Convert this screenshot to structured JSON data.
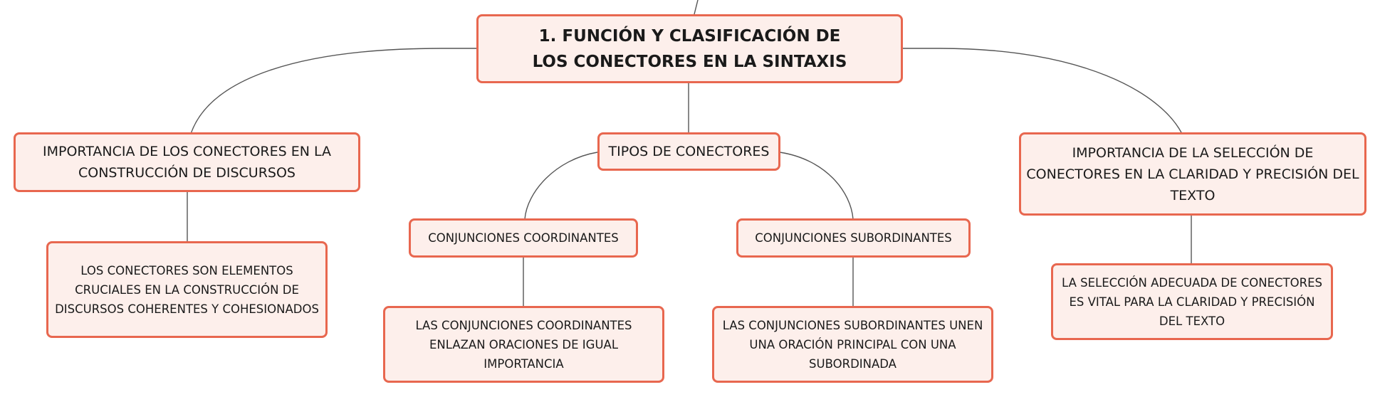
{
  "colors": {
    "node_fill": "#fdefeb",
    "node_border": "#e8674f",
    "connector": "#555555"
  },
  "root": {
    "text": "1. FUNCIÓN Y CLASIFICACIÓN DE LOS CONECTORES EN LA SINTAXIS"
  },
  "left": {
    "title": "IMPORTANCIA DE LOS CONECTORES EN LA CONSTRUCCIÓN DE DISCURSOS",
    "detail": "LOS CONECTORES SON ELEMENTOS CRUCIALES EN LA CONSTRUCCIÓN DE DISCURSOS COHERENTES Y COHESIONADOS"
  },
  "center": {
    "title": "TIPOS DE CONECTORES",
    "coordinantes": {
      "title": "CONJUNCIONES COORDINANTES",
      "detail": "LAS CONJUNCIONES COORDINANTES ENLAZAN ORACIONES DE IGUAL IMPORTANCIA"
    },
    "subordinantes": {
      "title": "CONJUNCIONES SUBORDINANTES",
      "detail": "LAS CONJUNCIONES SUBORDINANTES UNEN UNA ORACIÓN PRINCIPAL CON UNA SUBORDINADA"
    }
  },
  "right": {
    "title": "IMPORTANCIA DE LA SELECCIÓN DE CONECTORES EN LA CLARIDAD Y PRECISIÓN DEL TEXTO",
    "detail": "LA SELECCIÓN ADECUADA DE CONECTORES ES VITAL PARA LA CLARIDAD Y PRECISIÓN DEL TEXTO"
  }
}
